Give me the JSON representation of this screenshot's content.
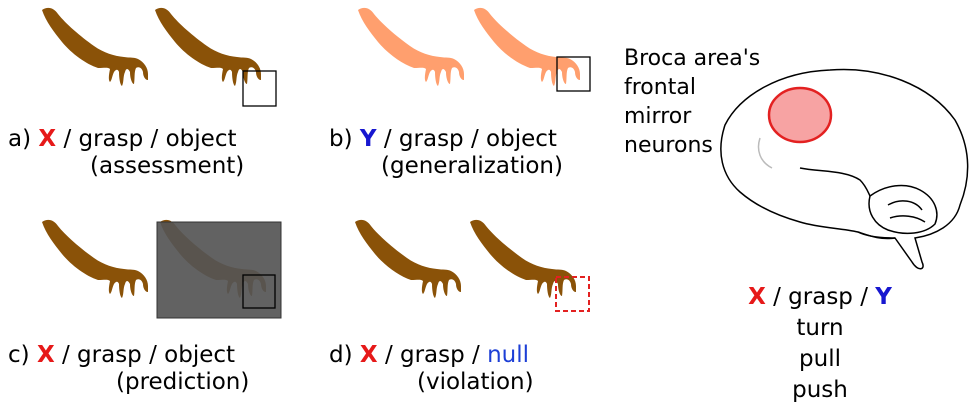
{
  "panels": [
    {
      "id": "a",
      "letter": "a)",
      "actor": "X",
      "verb": "grasp",
      "target": "object",
      "note": "(assessment)"
    },
    {
      "id": "b",
      "letter": "b)",
      "actor": "Y",
      "verb": "grasp",
      "target": "object",
      "note": "(generalization)"
    },
    {
      "id": "c",
      "letter": "c)",
      "actor": "X",
      "verb": "grasp",
      "target": "object",
      "note": "(prediction)"
    },
    {
      "id": "d",
      "letter": "d)",
      "actor": "X",
      "verb": "grasp",
      "target": "null",
      "note": "(violation)"
    }
  ],
  "brain": {
    "label_lines": [
      "Broca area's",
      "frontal",
      "mirror",
      "neurons"
    ]
  },
  "actions": {
    "actor_x": "X",
    "verb": "grasp",
    "actor_y": "Y",
    "sep": "/",
    "verbs": [
      "turn",
      "pull",
      "push"
    ]
  },
  "colors": {
    "agent_x_arm": "#8a5208",
    "agent_y_arm": "#ff9f6e",
    "actor_x_text": "#e61919",
    "actor_y_text": "#1717d0",
    "null_text": "#1d3fd6",
    "occluder": "#555555",
    "broca_fill": "#f7a3a3",
    "broca_stroke": "#e32121",
    "violation_box": "#e32121"
  }
}
